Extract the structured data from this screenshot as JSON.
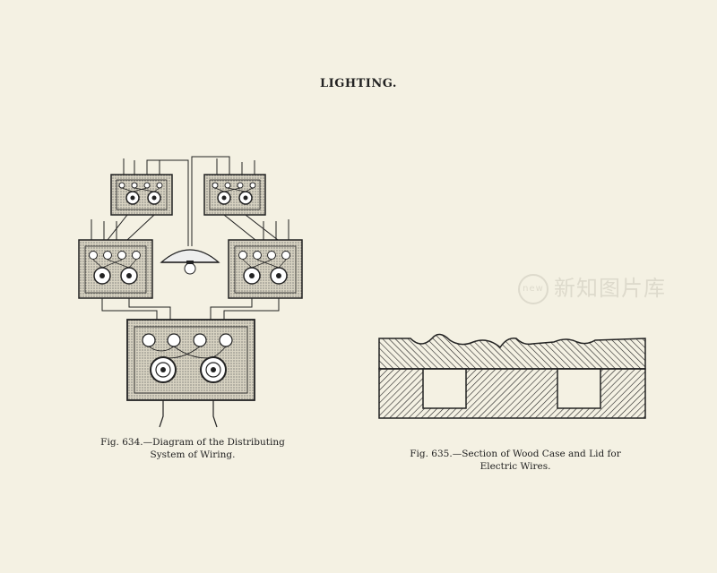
{
  "header": {
    "title": "LIGHTING."
  },
  "figures": [
    {
      "number": "Fig. 634.",
      "caption_line1": "—Diagram of the Distributing",
      "caption_line2": "System of Wiring."
    },
    {
      "number": "Fig. 635.",
      "caption_line1": "—Section of Wood Case and Lid for",
      "caption_line2": "Electric Wires."
    }
  ],
  "watermark": {
    "text": "新知图片库",
    "logo": "new"
  },
  "colors": {
    "paper": "#f4f1e3",
    "ink": "#222222",
    "stipple": "#bdb8a8"
  }
}
